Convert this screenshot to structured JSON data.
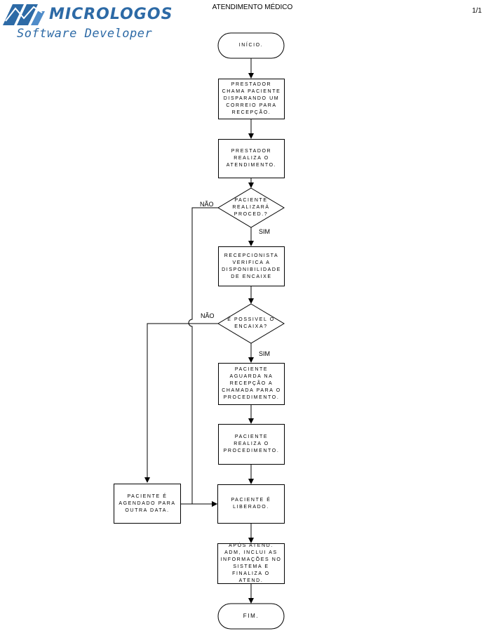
{
  "brand": {
    "name": "MICROLOGOS",
    "tagline": "Software Developer",
    "accent": "#2d6aa6"
  },
  "header": {
    "title": "ATENDIMENTO MÉDICO",
    "page": "1/1"
  },
  "flow": {
    "start": "INÍCIO.",
    "step1": "PRESTADOR CHAMA PACIENTE DISPARANDO UM CORREIO PARA RECEPÇÃO.",
    "step2": "PRESTADOR REALIZA O ATENDIMENTO.",
    "decision1": "PACIENTE REALIZARÁ PROCED.?",
    "step3": "RECEPCIONISTA VERIFICA A DISPONIBILIDADE DE ENCAIXE",
    "decision2": "É POSSIVEL O ENCAIXA?",
    "step4": "PACIENTE AGUARDA NA RECEPÇÃO A CHAMADA PARA O PROCEDIMENTO.",
    "step5": "PACIENTE REALIZA O PROCEDIMENTO.",
    "side": "PACIENTE É AGENDADO PARA OUTRA DATA.",
    "step6": "PACIENTE É LIBERADO.",
    "step7": "APÓS ATEND. ADM, INCLUI AS INFORMAÇÕES NO SISTEMA E FINALIZA O ATEND.",
    "end": "FIM."
  },
  "labels": {
    "no1": "NÃO",
    "yes1": "SIM",
    "no2": "NÃO",
    "yes2": "SIM"
  }
}
